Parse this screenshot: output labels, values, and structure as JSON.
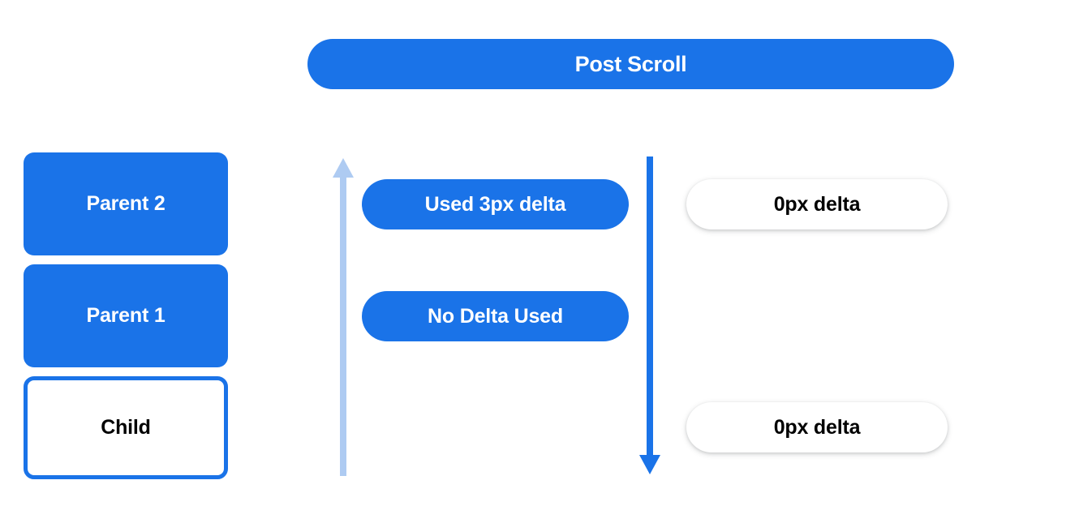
{
  "header": {
    "title": "Post Scroll"
  },
  "colors": {
    "blue": "#1a73e8",
    "light_blue": "#aecbf2",
    "white": "#ffffff",
    "black": "#000000"
  },
  "left_column": {
    "nodes": [
      {
        "label": "Parent 2",
        "style": "filled"
      },
      {
        "label": "Parent 1",
        "style": "filled"
      },
      {
        "label": "Child",
        "style": "outlined"
      }
    ]
  },
  "arrows": [
    {
      "name": "scroll-chain-up-arrow",
      "direction": "up",
      "color": "#aecbf2"
    },
    {
      "name": "scroll-chain-down-arrow",
      "direction": "down",
      "color": "#1a73e8"
    }
  ],
  "middle_column": {
    "pills": [
      {
        "label": "Used 3px delta"
      },
      {
        "label": "No Delta Used"
      }
    ]
  },
  "right_column": {
    "pills": [
      {
        "label": "0px delta"
      },
      {
        "label": "0px delta"
      }
    ]
  }
}
